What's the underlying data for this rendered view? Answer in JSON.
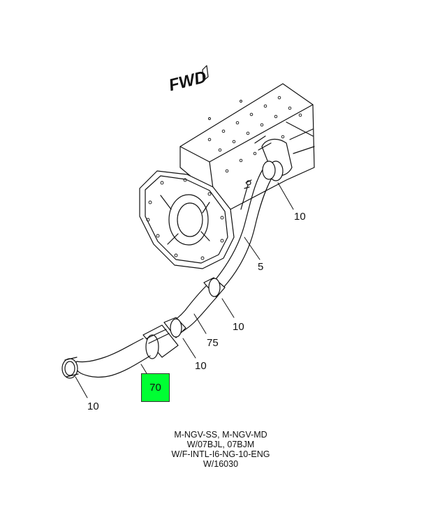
{
  "fwd_label": "FWD",
  "callouts": {
    "c10_top": "10",
    "c5": "5",
    "c10_mid": "10",
    "c75": "75",
    "c10_lower": "10",
    "c70": "70",
    "c10_bottom": "10"
  },
  "highlight_color": "#00ff33",
  "caption": {
    "line1": "M-NGV-SS, M-NGV-MD",
    "line2": "W/07BJL, 07BJM",
    "line3": "W/F-INTL-I6-NG-10-ENG",
    "line4": "W/16030"
  }
}
